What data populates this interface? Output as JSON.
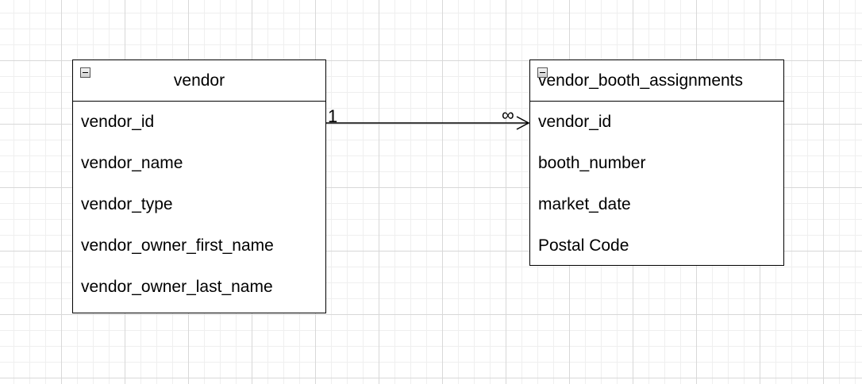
{
  "entities": {
    "vendor": {
      "title": "vendor",
      "attributes": [
        "vendor_id",
        "vendor_name",
        "vendor_type",
        "vendor_owner_first_name",
        "vendor_owner_last_name"
      ]
    },
    "vendor_booth_assignments": {
      "title": "vendor_booth_assignments",
      "attributes": [
        "vendor_id",
        "booth_number",
        "market_date",
        "Postal Code"
      ]
    }
  },
  "relationship": {
    "source_multiplicity": "1",
    "target_multiplicity": "∞"
  }
}
